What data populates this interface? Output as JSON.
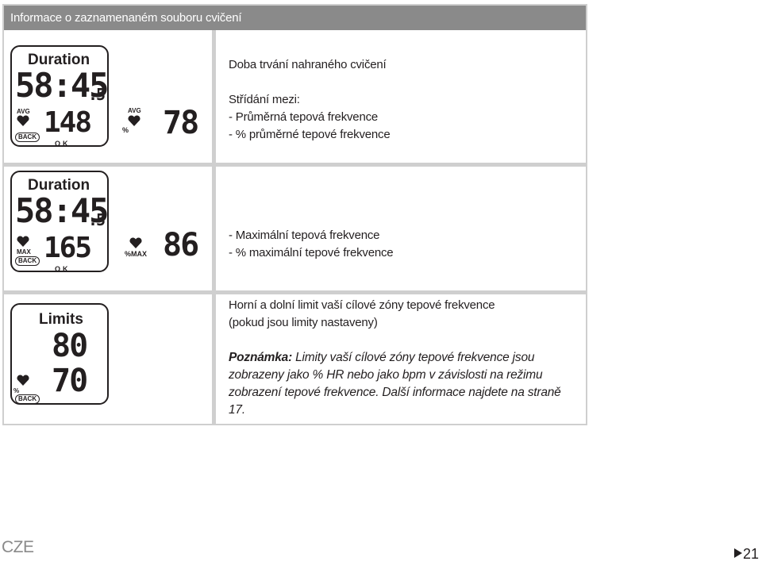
{
  "header": {
    "title": "Informace o zaznamenaném souboru cvičení"
  },
  "rows": [
    {
      "display": {
        "primary": {
          "label": "Duration",
          "time_main": "58:45",
          "time_sub": ".5",
          "heart_label": "AVG",
          "value": "148",
          "back": "BACK",
          "ok": "OK"
        },
        "secondary": {
          "heart_label": "AVG",
          "unit": "%",
          "value": "78"
        }
      },
      "lines": [
        "Doba trvání nahraného cvičení",
        "",
        "Střídání mezi:",
        "- Průměrná tepová frekvence",
        "- % průměrné tepové frekvence"
      ]
    },
    {
      "display": {
        "primary": {
          "label": "Duration",
          "time_main": "58:45",
          "time_sub": ".5",
          "heart_label": "MAX",
          "value": "165",
          "back": "BACK",
          "ok": "OK"
        },
        "secondary": {
          "unit": "%MAX",
          "value": "86"
        }
      },
      "lines": [
        "- Maximální tepová frekvence",
        "- % maximální tepové frekvence"
      ]
    },
    {
      "display": {
        "primary": {
          "label": "Limits",
          "upper": "80",
          "lower": "70",
          "unit": "%",
          "back": "BACK"
        }
      },
      "lines": [
        "Horní a dolní limit vaší cílové zóny tepové frekvence",
        "(pokud jsou limity nastaveny)"
      ],
      "note": {
        "label": "Poznámka:",
        "text": " Limity vaší cílové zóny tepové frekvence jsou zobrazeny jako % HR nebo jako bpm v závislosti na režimu zobrazení tepové frekvence. Další informace najdete na straně 17."
      }
    }
  ],
  "footer": {
    "language": "CZE",
    "page_number": "21"
  }
}
